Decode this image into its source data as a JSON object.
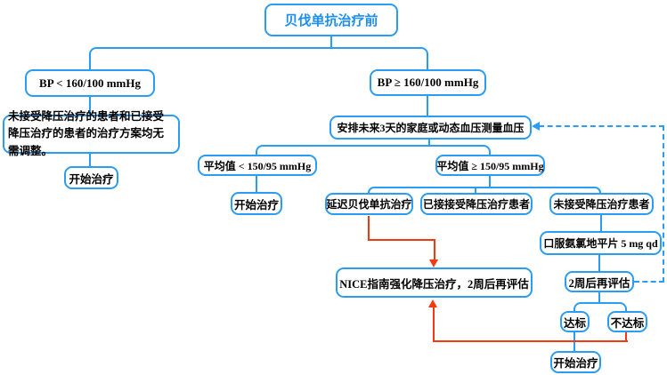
{
  "diagram": {
    "nodes": {
      "title": "贝伐单抗治疗前",
      "bp_low": "BP < 160/100 mmHg",
      "bp_high": "BP ≥ 160/100 mmHg",
      "no_adjust": "未接受降压治疗的患者和已接受降压治疗的患者的治疗方案均无需调整。",
      "start_left": "开始治疗",
      "arrange": "安排未来3天的家庭或动态血压测量血压",
      "avg_low": "平均值 < 150/95 mmHg",
      "avg_high": "平均值 ≥ 150/95 mmHg",
      "start_mid": "开始治疗",
      "delay": "延迟贝伐单抗治疗",
      "treated": "已接接受降压治疗患者",
      "untreated": "未接受降压治疗患者",
      "amlodipine": "口服氨氯地平片 5 mg qd",
      "reassess": "2周后再评估",
      "nice": "NICE指南强化降压治疗，2周后再评估",
      "ok": "达标",
      "not_ok": "不达标",
      "start_bottom": "开始治疗"
    },
    "edges": [
      {
        "from": "title",
        "to": "bp_low",
        "style": "solid-blue"
      },
      {
        "from": "title",
        "to": "bp_high",
        "style": "solid-blue"
      },
      {
        "from": "bp_low",
        "to": "no_adjust",
        "style": "solid-blue"
      },
      {
        "from": "no_adjust",
        "to": "start_left",
        "style": "solid-blue"
      },
      {
        "from": "bp_high",
        "to": "arrange",
        "style": "solid-blue"
      },
      {
        "from": "arrange",
        "to": "avg_low",
        "style": "solid-blue"
      },
      {
        "from": "arrange",
        "to": "avg_high",
        "style": "solid-blue"
      },
      {
        "from": "avg_low",
        "to": "start_mid",
        "style": "solid-blue"
      },
      {
        "from": "avg_high",
        "to": "delay",
        "style": "solid-blue"
      },
      {
        "from": "avg_high",
        "to": "treated",
        "style": "solid-blue"
      },
      {
        "from": "avg_high",
        "to": "untreated",
        "style": "solid-blue"
      },
      {
        "from": "untreated",
        "to": "amlodipine",
        "style": "solid-blue"
      },
      {
        "from": "amlodipine",
        "to": "reassess",
        "style": "solid-blue"
      },
      {
        "from": "reassess",
        "to": "ok",
        "style": "solid-blue"
      },
      {
        "from": "reassess",
        "to": "not_ok",
        "style": "solid-blue"
      },
      {
        "from": "ok",
        "to": "start_bottom",
        "style": "solid-blue"
      },
      {
        "from": "delay",
        "to": "nice",
        "style": "red-arrow"
      },
      {
        "from": "not_ok",
        "to": "nice",
        "style": "red-arrow"
      },
      {
        "from": "reassess",
        "to": "arrange",
        "style": "dashed-blue-arrow"
      }
    ]
  },
  "colors": {
    "line_blue": "#2b9cf4",
    "arrow_red": "#f2390f",
    "title_text": "#1d8fef",
    "node_text": "#000000",
    "background": "#ffffff"
  }
}
